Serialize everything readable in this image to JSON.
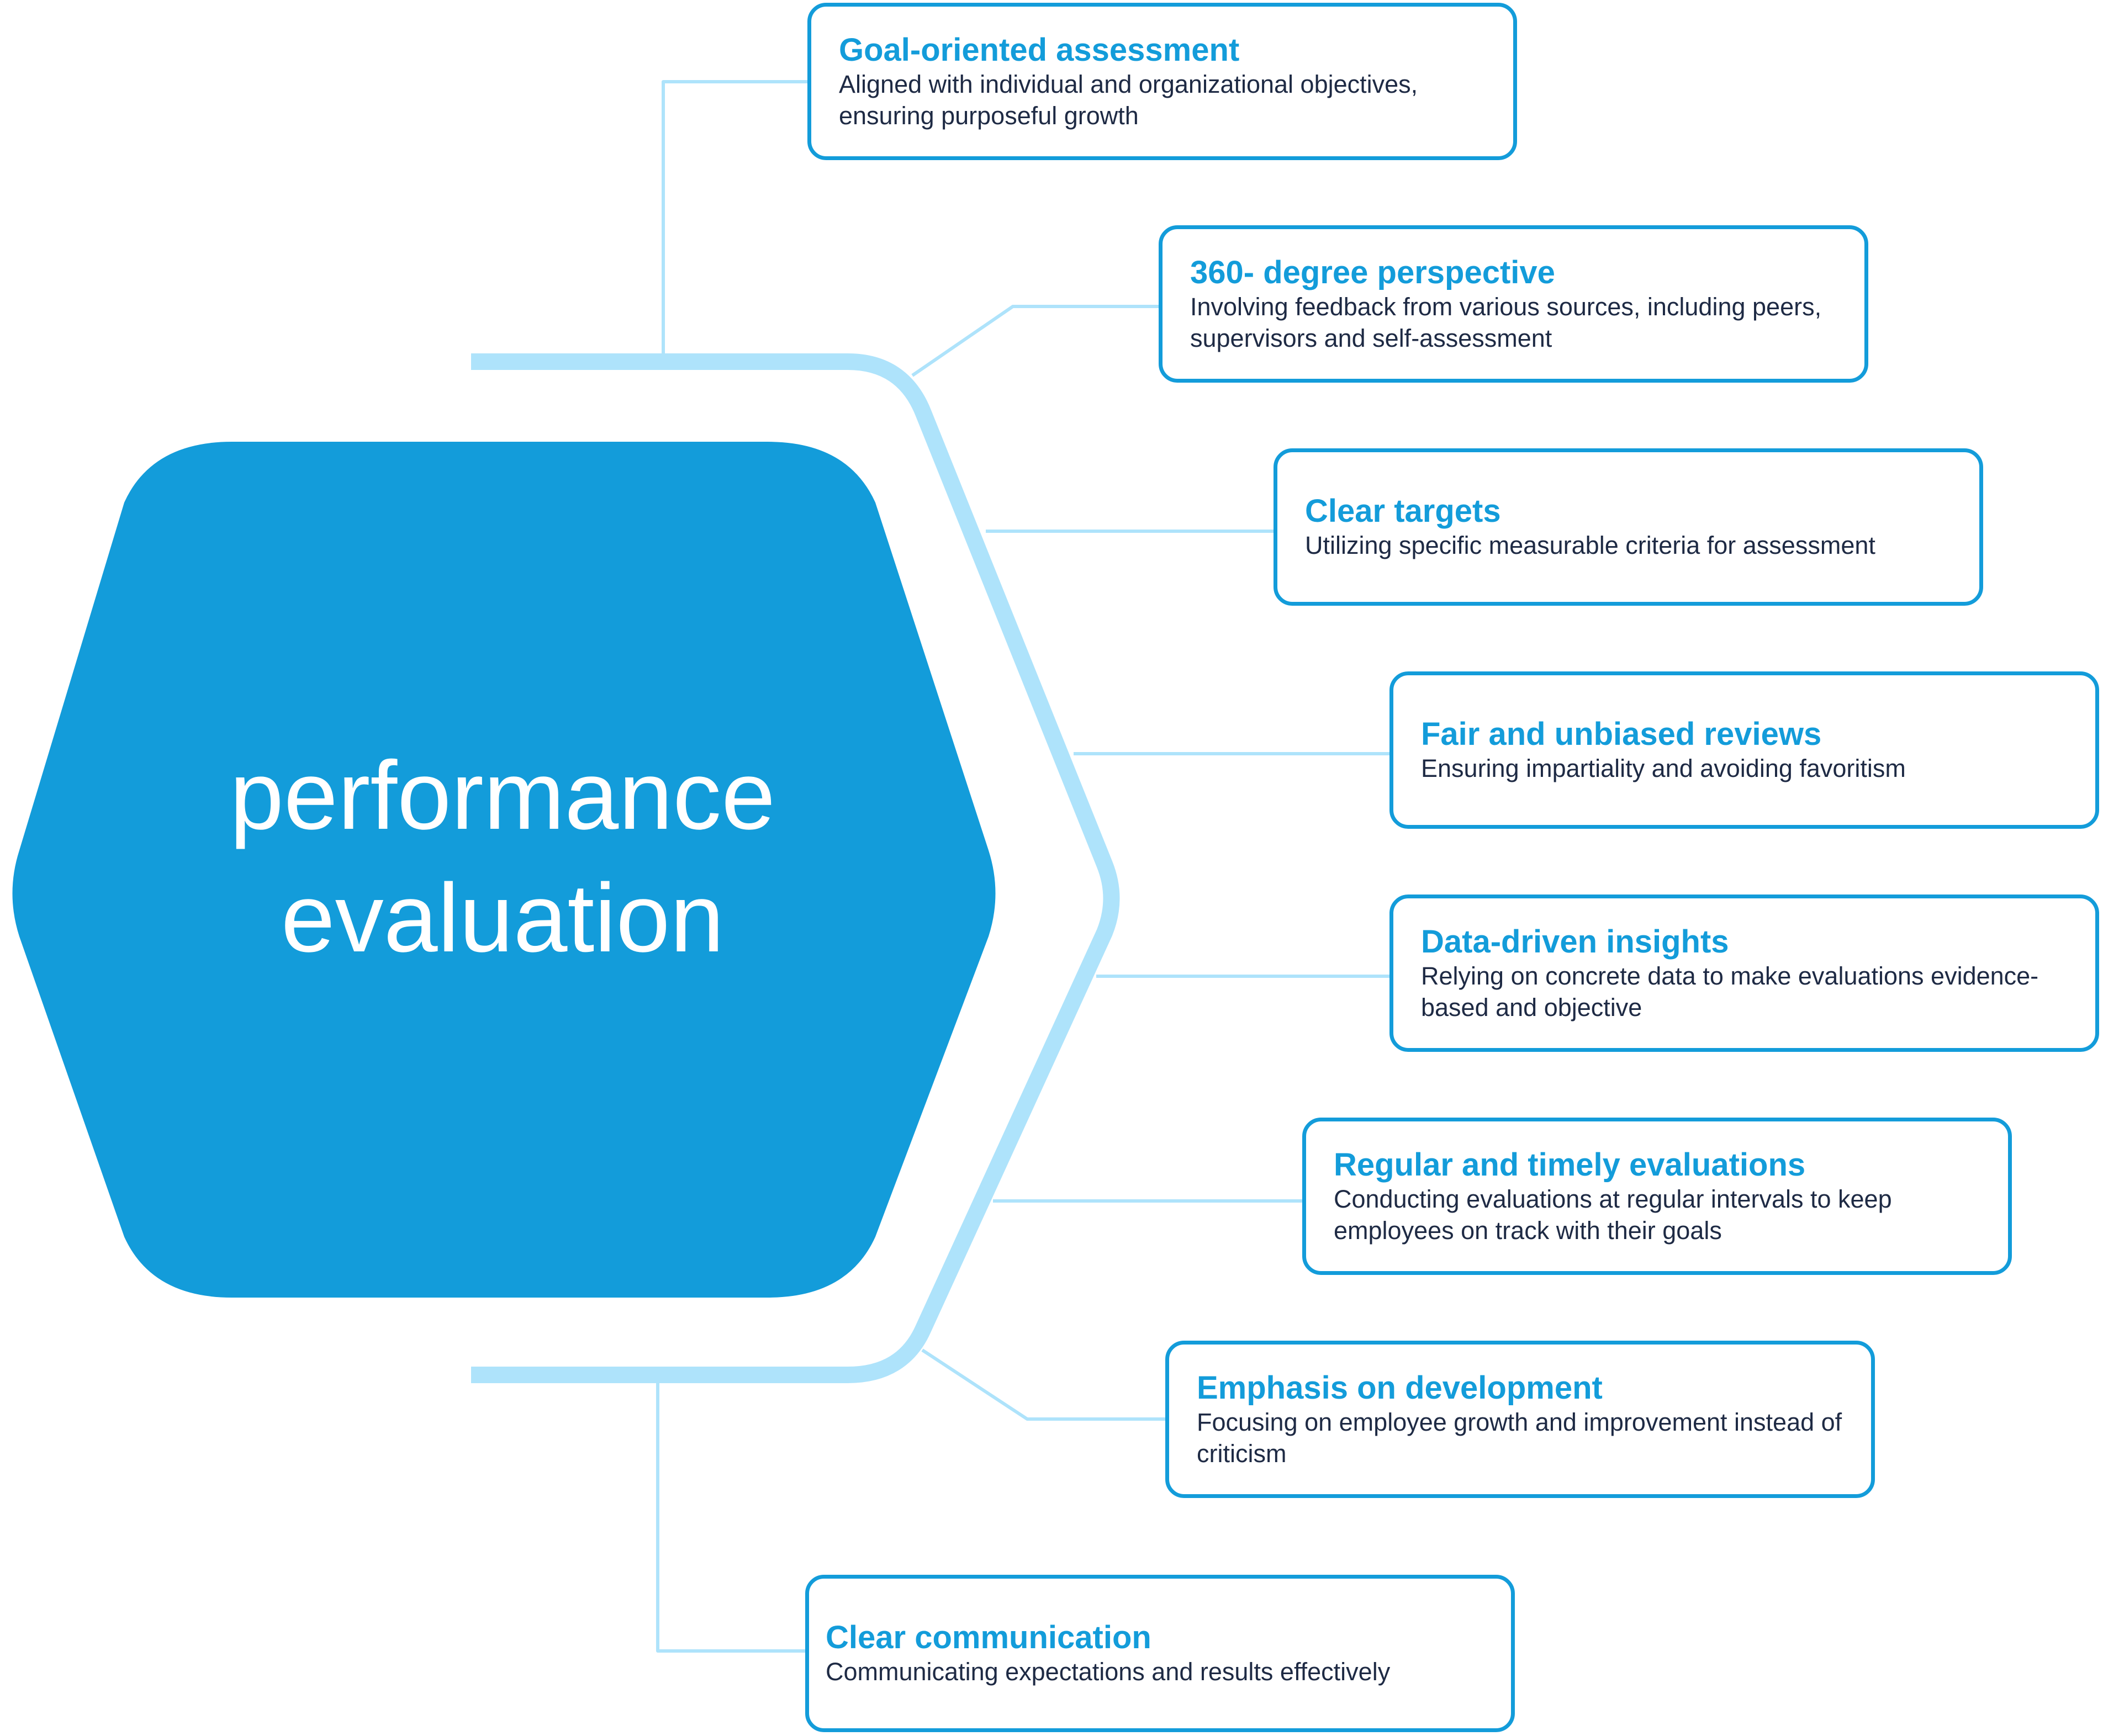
{
  "center": {
    "line1": "performance",
    "line2": "evaluation"
  },
  "colors": {
    "hexagon": "#139cda",
    "arc": "#aee3fb",
    "connector": "#aee3fb",
    "card_border": "#139cda",
    "title": "#139cda",
    "description": "#1e2a44"
  },
  "items": [
    {
      "title": "Goal-oriented assessment",
      "description": "Aligned with individual and organizational objectives, ensuring purposeful growth"
    },
    {
      "title": "360- degree perspective",
      "description": "Involving feedback from various sources, including peers, supervisors and self-assessment"
    },
    {
      "title": "Clear targets",
      "description": "Utilizing specific measurable criteria for assessment"
    },
    {
      "title": "Fair and unbiased reviews",
      "description": "Ensuring impartiality and avoiding favoritism"
    },
    {
      "title": "Data-driven insights",
      "description": "Relying on concrete data to make evaluations evidence-based and objective"
    },
    {
      "title": "Regular and timely evaluations",
      "description": "Conducting evaluations at regular intervals to keep employees on track with their goals"
    },
    {
      "title": "Emphasis on development",
      "description": "Focusing on employee growth and improvement instead of criticism"
    },
    {
      "title": "Clear communication",
      "description": "Communicating expectations and results effectively"
    }
  ]
}
